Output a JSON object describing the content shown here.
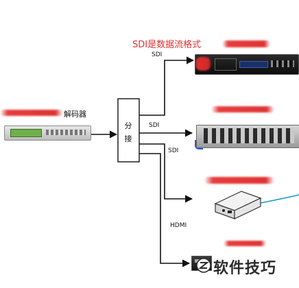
{
  "labels": {
    "decoder": "解码器",
    "top_title": "SDI是数据流格式",
    "sdi_1": "SDI",
    "sdi_2": "SDI",
    "sdi_3": "SDI",
    "hdmi": "HDMI",
    "splitter": "分\n接",
    "watermark": "软件技巧"
  },
  "colors": {
    "line": "#111111",
    "red_title": "#e03030",
    "redact": "#e23a3a",
    "cable_blue": "#1f9bd1"
  }
}
